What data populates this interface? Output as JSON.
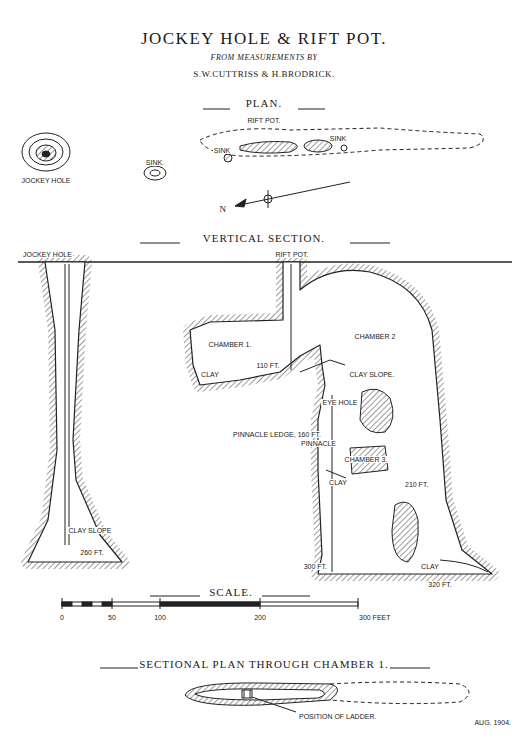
{
  "diagram": {
    "title": "JOCKEY HOLE & RIFT POT.",
    "labels": [
      "FROM MEASUREMENTS BY",
      "S.W.CUTTRISS & H.BRODRICK.",
      "PLAN.",
      "RIFT POT.",
      "JOCKEY HOLE",
      "SINK.",
      "SINK",
      "SINK",
      "N",
      "VERTICAL SECTION.",
      "JOCKEY HOLE",
      "RIFT POT.",
      "CHAMBER 1.",
      "CHAMBER 2",
      "CLAY",
      "110 FT.",
      "CLAY SLOPE.",
      "EYE HOLE",
      "PINNACLE LEDGE, 160 FT.",
      "PINNACLE",
      "CHAMBER 3.",
      "CLAY",
      "210 FT.",
      "CLAY SLOPE",
      "260 FT.",
      "300 FT.",
      "CLAY",
      "320 FT.",
      "SCALE.",
      "0",
      "50",
      "100",
      "200",
      "300 FEET",
      "SECTIONAL PLAN THROUGH CHAMBER 1.",
      "POSITION OF LADDER.",
      "AUG. 1904."
    ]
  }
}
